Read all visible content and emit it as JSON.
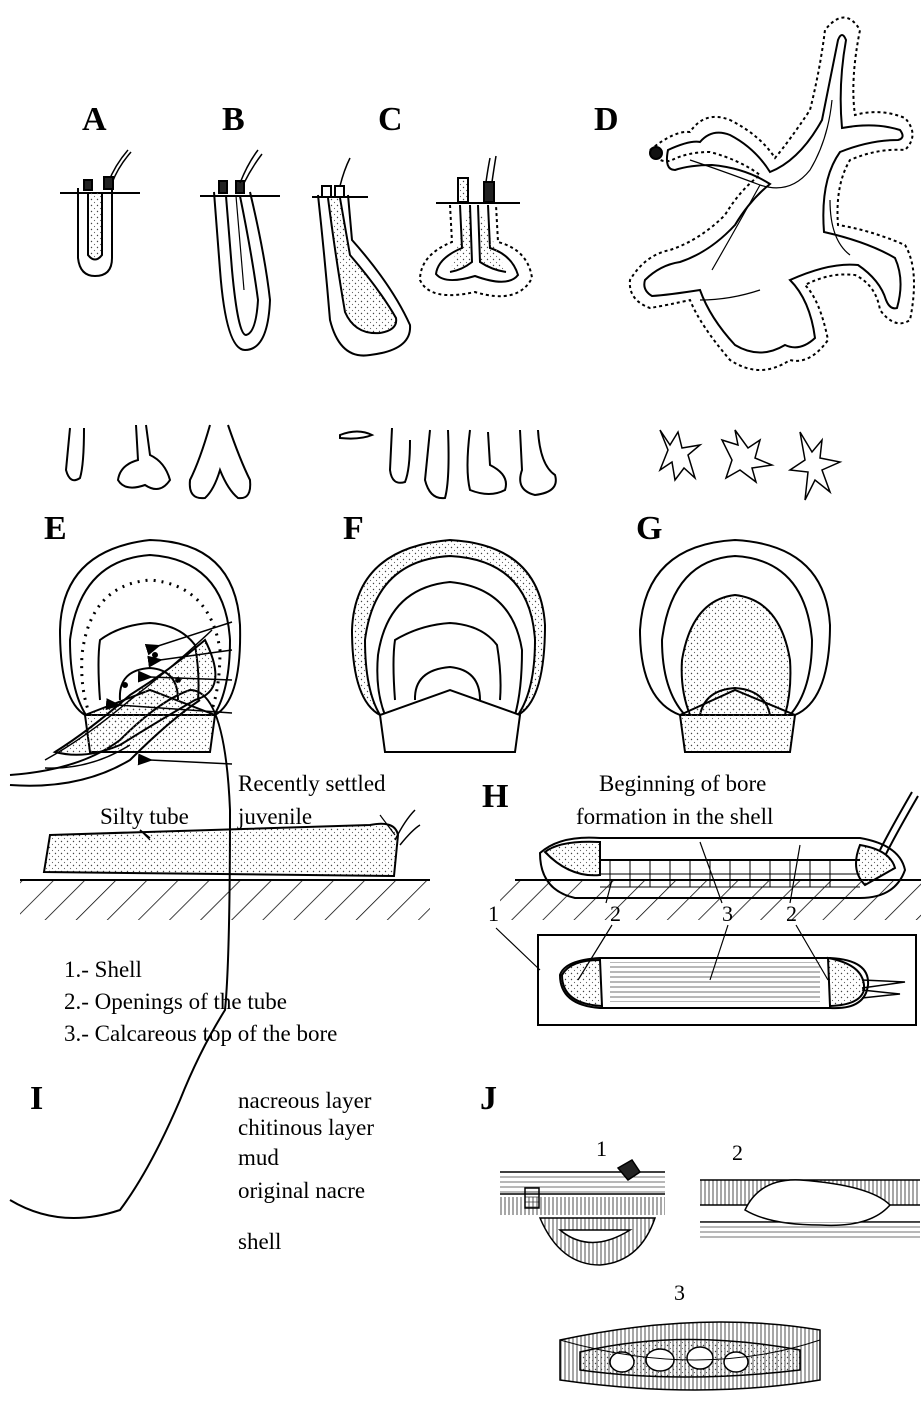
{
  "panels": {
    "A": "A",
    "B": "B",
    "C": "C",
    "D": "D",
    "E": "E",
    "F": "F",
    "G": "G",
    "H": "H",
    "I": "I",
    "J": "J"
  },
  "tube_panel": {
    "label_juvenile_line1": "Recently settled",
    "label_juvenile_line2": "juvenile",
    "label_silty_tube": "Silty tube"
  },
  "legend": [
    "1.- Shell",
    "2.- Openings of the tube",
    "3.- Calcareous top  of the bore"
  ],
  "bore_panel": {
    "title_line1": "Beginning of bore",
    "title_line2": "formation in  the shell",
    "callouts": [
      "1",
      "2",
      "3",
      "2"
    ]
  },
  "layers_panel": {
    "labels": [
      "nacreous layer",
      "chitinous layer",
      "mud",
      "original nacre",
      "shell"
    ]
  },
  "sections_panel": {
    "numbers": [
      "1",
      "2",
      "3"
    ]
  }
}
